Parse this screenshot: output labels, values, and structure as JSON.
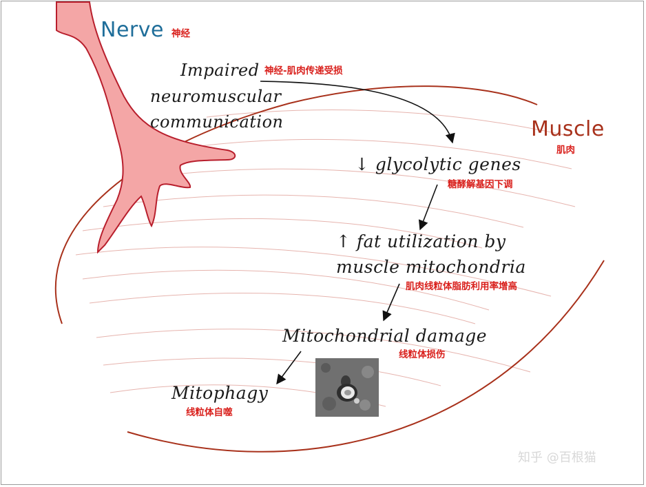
{
  "colors": {
    "nerve_fill": "#f4a6a6",
    "nerve_stroke": "#b81e2c",
    "muscle_outline": "#a8311b",
    "muscle_striation": "#e6b3ad",
    "nerve_label": "#1f6e9a",
    "muscle_label": "#a8311b",
    "chinese_text": "#d9201c"
  },
  "labels": {
    "nerve": "Nerve",
    "nerve_cn": "神经",
    "muscle": "Muscle",
    "muscle_cn": "肌肉"
  },
  "steps": {
    "impaired": {
      "lines": [
        "Impaired",
        "neuromuscular",
        "communication"
      ],
      "cn": "神经-肌肉传递受损"
    },
    "glycolytic": {
      "text": "↓ glycolytic genes",
      "cn": "糖酵解基因下调"
    },
    "fat": {
      "lines": [
        "↑ fat utilization by",
        "muscle mitochondria"
      ],
      "cn": "肌肉线粒体脂肪利用率增高"
    },
    "damage": {
      "text": "Mitochondrial damage",
      "cn": "线粒体损伤"
    },
    "mitophagy": {
      "text": "Mitophagy",
      "cn": "线粒体自噬"
    }
  },
  "icons": {
    "micrograph": "mitochondrion-micrograph-icon",
    "arrow": "arrow-icon"
  },
  "watermark": "知乎 @百根猫"
}
